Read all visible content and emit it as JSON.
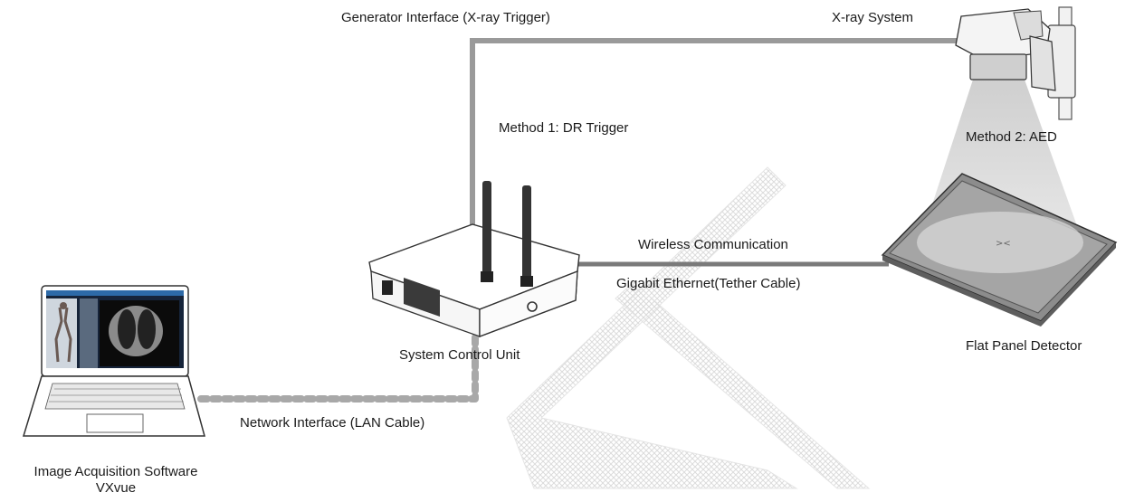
{
  "labels": {
    "generator_interface": "Generator Interface (X-ray Trigger)",
    "xray_system": "X-ray System",
    "method1": "Method 1: DR Trigger",
    "method2": "Method 2: AED",
    "wireless": "Wireless Communication",
    "gigabit": "Gigabit Ethernet(Tether Cable)",
    "system_control_unit": "System Control Unit",
    "flat_panel_detector": "Flat Panel Detector",
    "network_interface": "Network Interface (LAN Cable)",
    "software_line1": "Image Acquisition Software",
    "software_line2": "VXvue"
  },
  "colors": {
    "cable": "#9a9a9a",
    "lan_dots": "#a8a8a8",
    "beam": "#d6d6d6",
    "watermark": "#dcdcdc",
    "antenna": "#333333"
  }
}
